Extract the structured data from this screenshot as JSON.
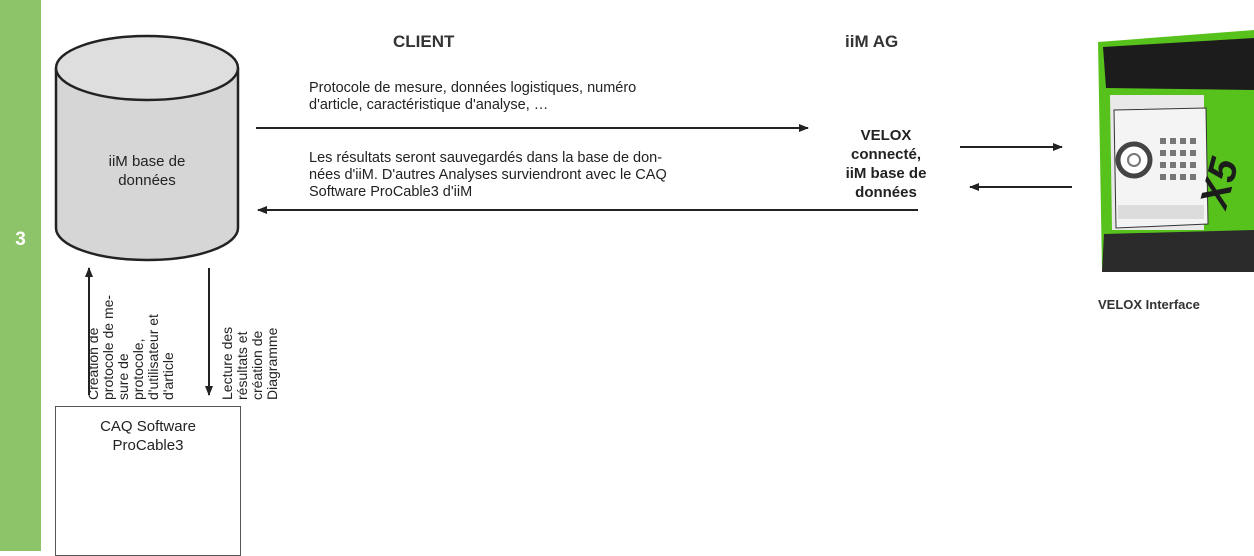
{
  "step_number": "3",
  "headers": {
    "client": "CLIENT",
    "iim": "iiM AG"
  },
  "database": {
    "label": "iiM base de\ndonnées"
  },
  "messages": {
    "to_velox": "Protocole de mesure, données logistiques, numéro\nd'article, caractéristique d'analyse, …",
    "to_database": "Les résultats seront sauvegardés dans la base de don-\nnées d'iiM. D'autres Analyses surviendront avec le CAQ\nSoftware ProCable3 d'iiM"
  },
  "velox_connected": "VELOX\nconnecté,\niiM base de\ndonnées",
  "device": {
    "caption": "VELOX Interface",
    "badge": "X5"
  },
  "vertical_labels": {
    "up": "Création de\nprotocole de me-\nsure de protocole,\nd'utilisateur et\nd'article",
    "down": "Lecture des\nrésultats et\ncréation de\nDiagramme"
  },
  "software": {
    "label": "CAQ Software\nProCable3"
  },
  "colors": {
    "sidebar": "#8dc46a",
    "cylinder": "#d6d6d6",
    "device_green": "#5cc31f",
    "chart_bars": "#e8662c"
  }
}
